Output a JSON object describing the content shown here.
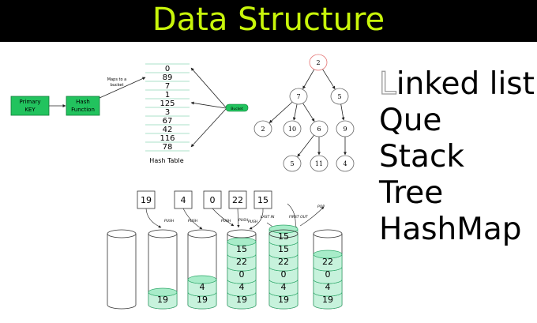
{
  "banner": {
    "title": "Data Structure",
    "bg": "#000000",
    "fg": "#c8f50a"
  },
  "hash": {
    "primary_key": [
      "Primary",
      "KEY"
    ],
    "hash_function": [
      "Hash",
      "Function"
    ],
    "maps_to": [
      "Maps to a",
      "bucket"
    ],
    "table": [
      "0",
      "89",
      "7",
      "1",
      "125",
      "3",
      "67",
      "42",
      "116",
      "78"
    ],
    "table_caption": "Hash Table",
    "bucket": "Bucket",
    "green": "#22c35e",
    "table_line": "#8fd9b7"
  },
  "tree": {
    "nodes": [
      "2",
      "7",
      "5",
      "2",
      "10",
      "6",
      "9",
      "5",
      "11",
      "4"
    ],
    "root_border": "#e57373"
  },
  "stack": {
    "inputs": [
      "19",
      "4",
      "0",
      "22",
      "15"
    ],
    "labels": [
      "PUSH",
      "PUSH",
      "PUSH",
      "PUSH",
      "PUSH",
      "LAST IN",
      "FIRST OUT",
      "POP"
    ],
    "cyl2": [
      "19"
    ],
    "cyl3": [
      "4",
      "19"
    ],
    "cyl4": [
      "15",
      "22",
      "0",
      "4",
      "19"
    ],
    "cyl5": [
      "15",
      "15",
      "22",
      "0",
      "4",
      "19"
    ],
    "cyl6": [
      "22",
      "0",
      "4",
      "19"
    ],
    "fill": "#c7f2dc",
    "stroke": "#2ea86a"
  },
  "topics": {
    "first_letter": "L",
    "first_rest": "inked list",
    "items": [
      "Que",
      "Stack",
      "Tree",
      "HashMap"
    ]
  }
}
